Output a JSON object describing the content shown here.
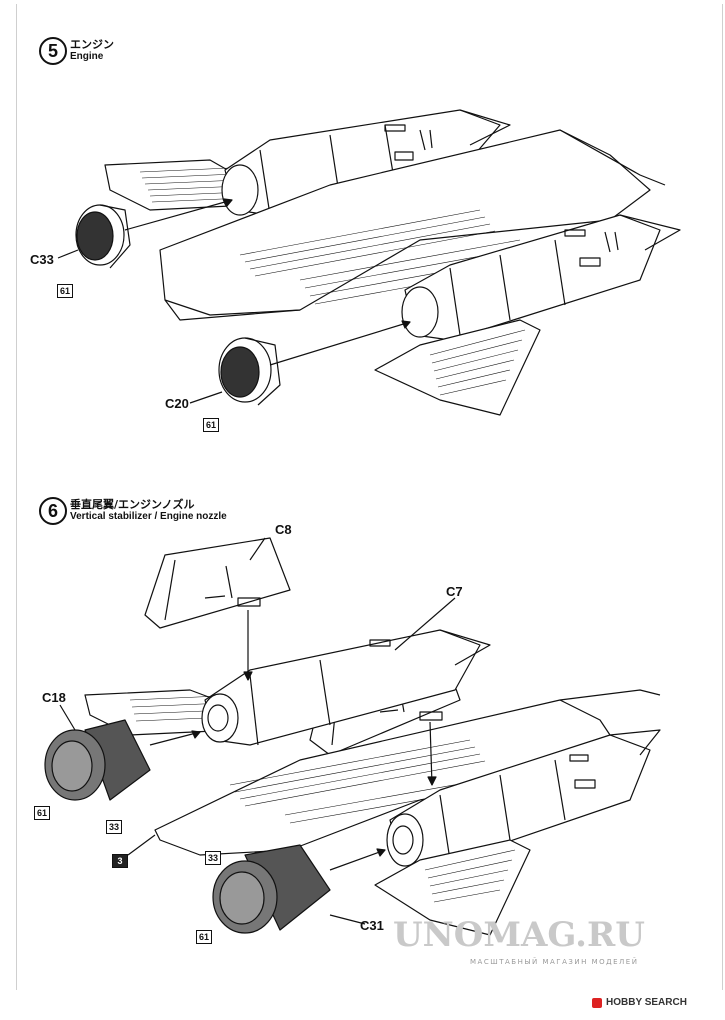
{
  "step5": {
    "number": "5",
    "title_jp": "エンジン",
    "title_en": "Engine",
    "callouts": {
      "c33": "C33",
      "c20": "C20"
    },
    "paint_codes": {
      "c33": "61",
      "c20": "61"
    }
  },
  "step6": {
    "number": "6",
    "title_jp": "垂直尾翼/エンジンノズル",
    "title_en": "Vertical stabilizer / Engine nozzle",
    "callouts": {
      "c8": "C8",
      "c7": "C7",
      "c18": "C18",
      "c31": "C31"
    },
    "paint_codes": {
      "c18_a": "61",
      "c18_b": "33",
      "nose": "3",
      "c31_a": "33",
      "c31_b": "61"
    }
  },
  "watermark": {
    "title": "UNOMAG.RU",
    "subtitle": "МАСШТАБНЫЙ МАГАЗИН МОДЕЛЕЙ"
  },
  "footer": {
    "brand": "HOBBY SEARCH"
  },
  "colors": {
    "ink": "#111111",
    "watermark": "#c9c9c9",
    "nozzle": "#555555"
  }
}
